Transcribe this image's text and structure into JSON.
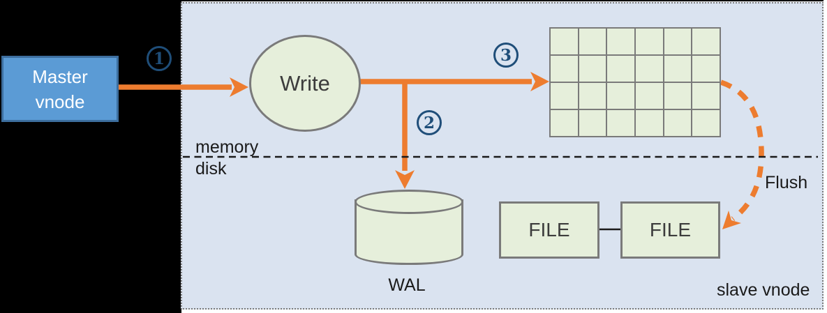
{
  "diagram": {
    "master_node": {
      "line1": "Master",
      "line2": "vnode"
    },
    "write_node": {
      "label": "Write"
    },
    "steps": [
      {
        "number": "1"
      },
      {
        "number": "2"
      },
      {
        "number": "3"
      }
    ],
    "labels": {
      "memory": "memory",
      "disk": "disk",
      "wal": "WAL",
      "flush": "Flush",
      "slave_vnode": "slave vnode"
    },
    "file_boxes": [
      {
        "label": "FILE"
      },
      {
        "label": "FILE"
      }
    ],
    "memtable_grid": {
      "rows": 4,
      "cols": 6
    },
    "colors": {
      "arrow": "#ED7C2F",
      "panel_bg": "#DAE3F0",
      "node_fill": "#E6EFDB",
      "node_border": "#7A7A7A",
      "master_fill": "#5B9BD5",
      "master_border": "#3D6E9E",
      "step_blue": "#1F4E79",
      "ink": "#1A1A1A",
      "text_dark": "#3C3C3C"
    }
  }
}
